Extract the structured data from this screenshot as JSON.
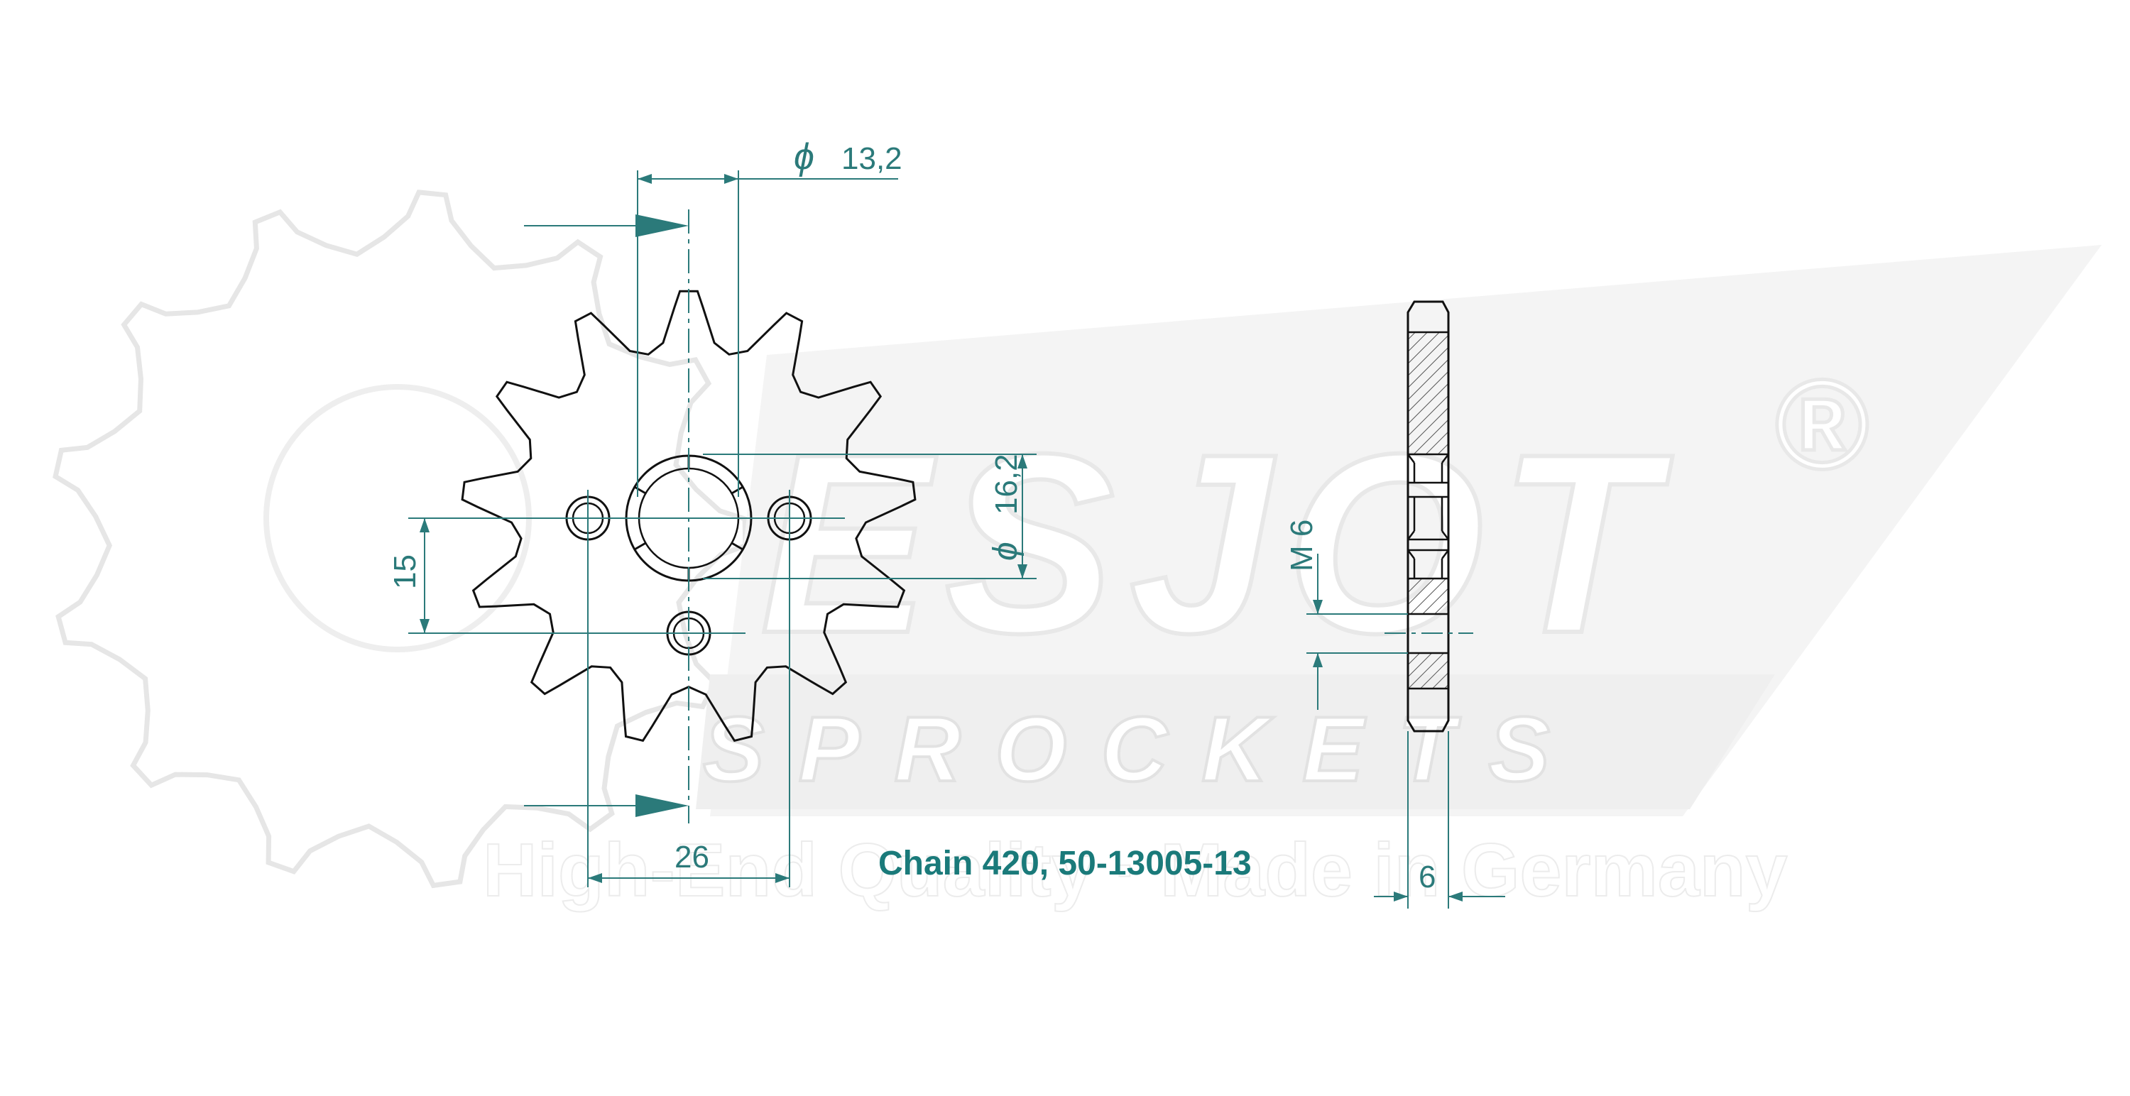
{
  "colors": {
    "background": "#ffffff",
    "outline": "#111111",
    "dimension": "#2b7a7a",
    "caption": "#1a7a7a",
    "watermark_fill": "#f2f2f2",
    "watermark_stroke": "#e6e6e6",
    "watermark_text": "#ececec",
    "hatch": "#555555"
  },
  "watermark": {
    "brand": "ESJOT",
    "registered": "®",
    "sub": "SPROCKETS",
    "tagline": "High-End Quality · Made in Germany"
  },
  "dimensions": {
    "bore_diameter": "13,2",
    "spline_diameter": "16,2",
    "diameter_symbol": "ϕ",
    "bolt_vertical": "15",
    "bolt_horizontal": "26",
    "thread": "M 6",
    "thickness": "6"
  },
  "caption": "Chain 420, 50-13005-13",
  "sprocket": {
    "teeth": 13
  }
}
